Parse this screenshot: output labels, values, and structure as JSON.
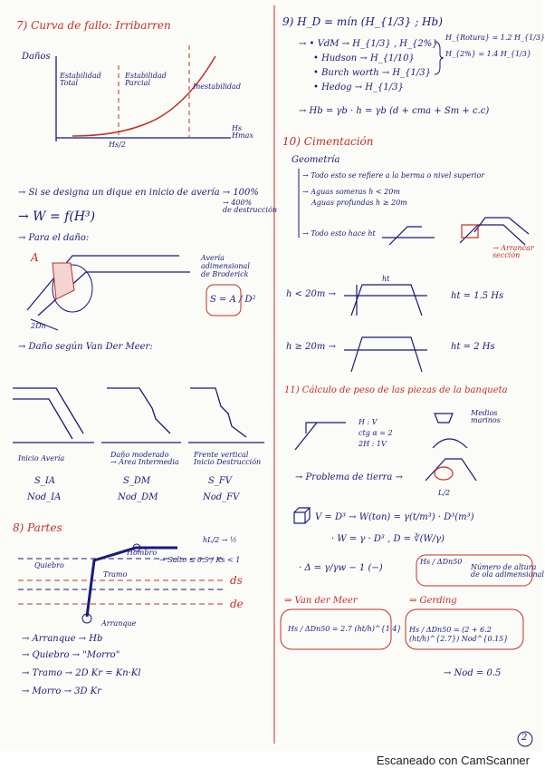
{
  "left": {
    "s7_title": "7) Curva de fallo: Irribarren",
    "axis_y": "Daños",
    "zone1": "Estabilidad\nTotal",
    "zone2": "Estabilidad\nParcial",
    "zone3": "Inestabilidad",
    "axis_x": "Hs\nHmax",
    "x_tick": "Hs/2",
    "note1": "→ Si se designa un dique en inicio de avería → 100%",
    "note1b": "→ 400%\nde destrucción",
    "w_eq": "→ W = f(H³)",
    "dano_title": "→ Para el daño:",
    "A_label": "A",
    "averia_label": "Avería\nadimensional\nde Broderick",
    "S_formula": "S = A / D²",
    "dn_label": "2Dn",
    "vdm_title": "→ Daño según Van Der Meer:",
    "prof1": "Inicio Avería",
    "prof2": "Daño moderado\n→ Área Intermedia",
    "prof3": "Frente vertical\nInicio Destrucción",
    "s1": "S_IA",
    "s2": "S_DM",
    "s3": "S_FV",
    "n1": "Nod_IA",
    "n2": "Nod_DM",
    "n3": "Nod_FV",
    "s8_title": "8) Partes",
    "ratio": "hL/2 → ½",
    "quiebro": "Quiebro",
    "hombro": "Hombro",
    "salto": "→ Salto ≤ 0.5 / Ks < 1",
    "tramo": "Tramo",
    "ds": "ds",
    "de": "de",
    "arranque": "Arranque",
    "list1": "→ Arranque → Hb",
    "list2": "→ Quiebro → \"Morro\"",
    "list3": "→ Tramo → 2D  Kr = Kn·Kl",
    "list4": "→ Morro → 3D  Kr"
  },
  "right": {
    "s9_title": "9) H_D = mín (H_{1/3} ; Hb)",
    "r1": "→ • VdM → H_{1/3} , H_{2%}",
    "r1b": "H_{Rotura} = 1.2 H_{1/3}",
    "r1c": "H_{2%} = 1.4 H_{1/3}",
    "r2": "• Hudson → H_{1/10}",
    "r3": "• Burch worth → H_{1/3}",
    "r4": "• Hedog → H_{1/3}",
    "r5": "→ Hb = γb · h = γb (d + cma + Sm + c.c)",
    "s10_title": "10) Cimentación",
    "geom": "Geometría",
    "g1": "→ Todo esto se refiere a la berma o nivel superior",
    "g2": "→ Aguas someras h < 20m",
    "g3": "Aguas profundas h ≥ 20m",
    "g4": "→ Todo esto hace ht",
    "arr_lbl": "→ Arrancar\nsección",
    "ht_label": "ht",
    "h1": "h < 20m →",
    "h1r": "ht = 1.5 Hs",
    "h2": "h ≥ 20m →",
    "h2r": "ht = 2 Hs",
    "s11_title": "11) Cálculo de peso de las piezas de la banqueta",
    "talud1": "H : V",
    "talud2": "ctg α = 2",
    "talud3": "2H : 1V",
    "medios": "Medios\nmarinos",
    "prob": "→ Problema de tierra →",
    "l2": "L/2",
    "v_eq": "V = D³  →  W(ton) = γ(t/m³) · D³(m³)",
    "w_eq2": "· W = γ · D³ ,  D = ∛(W/γ)",
    "delta": "· Δ = γ/γw − 1  (−)",
    "numero": "Número de altura\nde ola adimensional",
    "hs_d": "Hs / ΔDn50",
    "vdm": "⇒ Van der Meer",
    "vdm_f": "Hs / ΔDn50 = 2.7 (ht/h)^{1.4}",
    "gerd": "⇒ Gerding",
    "gerd_f": "Hs / ΔDn50 = (2 + 6.2 (ht/h)^{2.7}) Nod^{0.15}",
    "nod": "→ Nod = 0.5",
    "page_num": "2"
  },
  "footer": "Escaneado con CamScanner"
}
